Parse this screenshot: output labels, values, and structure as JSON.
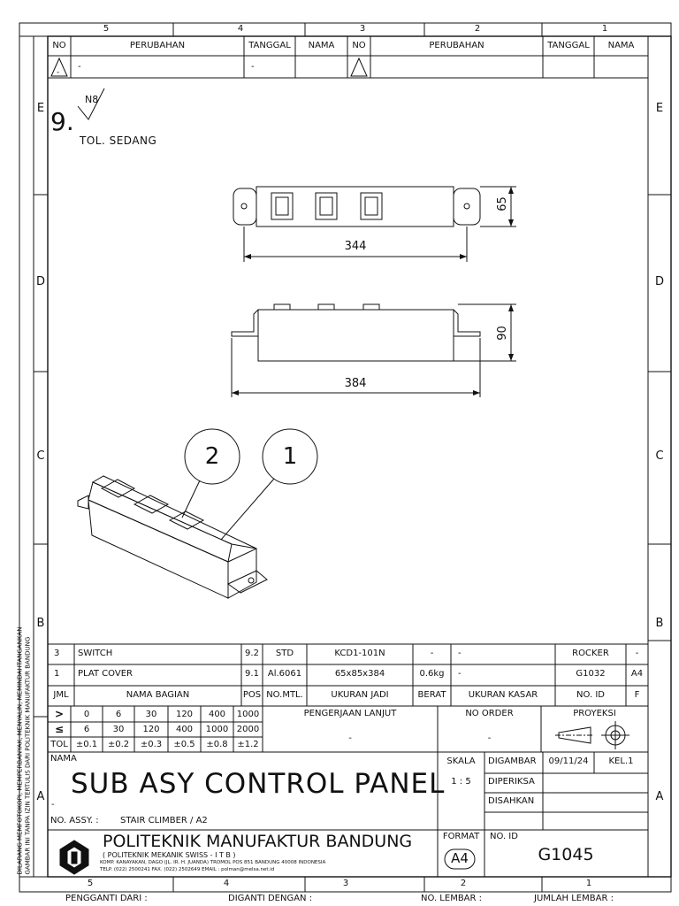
{
  "zones": {
    "columns_top": [
      "5",
      "4",
      "3",
      "2",
      "1"
    ],
    "columns_bottom": [
      "5",
      "4",
      "3",
      "2",
      "1"
    ],
    "rows_left": [
      "E",
      "D",
      "C",
      "B",
      "A"
    ],
    "rows_right": [
      "E",
      "D",
      "C",
      "B",
      "A"
    ]
  },
  "revision_table": {
    "headers": [
      "NO",
      "PERUBAHAN",
      "TANGGAL",
      "NAMA",
      "NO",
      "PERUBAHAN",
      "TANGGAL",
      "NAMA"
    ],
    "row": {
      "no1": "-",
      "perubahan1": "-",
      "tanggal1": "-"
    }
  },
  "finish": {
    "number": "9.",
    "roughness": "N8",
    "tolerance": "TOL. SEDANG"
  },
  "dimensions": {
    "top_width": "344",
    "top_height": "65",
    "side_width": "384",
    "side_height": "90"
  },
  "balloons": {
    "b1": "2",
    "b2": "1"
  },
  "parts_list": {
    "rows": [
      {
        "jml": "3",
        "nama": "SWITCH",
        "pos": "9.2",
        "mtl": "STD",
        "ukuran_jadi": "KCD1-101N",
        "berat": "-",
        "ukuran_kasar": "-",
        "no_id": "ROCKER",
        "format": "-"
      },
      {
        "jml": "1",
        "nama": "PLAT COVER",
        "pos": "9.1",
        "mtl": "Al.6061",
        "ukuran_jadi": "65x85x384",
        "berat": "0.6kg",
        "ukuran_kasar": "-",
        "no_id": "G1032",
        "format": "A4"
      }
    ],
    "headers": {
      "jml": "JML",
      "nama": "NAMA BAGIAN",
      "pos": "POS",
      "mtl": "NO.MTL.",
      "ukuran_jadi": "UKURAN JADI",
      "berat": "BERAT",
      "ukuran_kasar": "UKURAN KASAR",
      "no_id": "NO. ID",
      "format": "F"
    }
  },
  "tolerance_table": {
    "gt_symbol": ">",
    "lte_symbol": "≤",
    "tol_label": "TOL",
    "gt": [
      "0",
      "6",
      "30",
      "120",
      "400",
      "1000"
    ],
    "lte": [
      "6",
      "30",
      "120",
      "400",
      "1000",
      "2000"
    ],
    "tol": [
      "±0.1",
      "±0.2",
      "±0.3",
      "±0.5",
      "±0.8",
      "±1.2"
    ]
  },
  "process": {
    "pengerjaan_label": "PENGERJAAN LANJUT",
    "pengerjaan_value": "-",
    "order_label": "NO ORDER",
    "order_value": "-",
    "proyeksi_label": "PROYEKSI"
  },
  "title_block": {
    "nama_label": "NAMA",
    "title": "SUB ASY CONTROL PANEL",
    "dash": "-",
    "assy_label": "NO. ASSY. :",
    "assy_value": "STAIR CLIMBER / A2",
    "skala_label": "SKALA",
    "skala_value": "1 : 5",
    "digambar_label": "DIGAMBAR",
    "digambar_date": "09/11/24",
    "digambar_name": "KEL.1",
    "diperiksa_label": "DIPERIKSA",
    "disahkan_label": "DISAHKAN",
    "institution": "POLITEKNIK MANUFAKTUR BANDUNG",
    "institution_sub": "( POLITEKNIK MEKANIK SWISS - I T B )",
    "address1": "KOMP. KANAYAKAN, DAGO (JL. IR. H. JUANDA) TROMOL POS 851 BANDUNG 40008 INDONESIA",
    "address2": "TELP. (022) 2500241 FAX. (022) 2502649 EMAIL : polman@melsa.net.id",
    "format_label": "FORMAT",
    "format_value": "A4",
    "no_id_label": "NO. ID",
    "no_id_value": "G1045"
  },
  "footer": {
    "pengganti": "PENGGANTI DARI :",
    "diganti": "DIGANTI DENGAN :",
    "lembar": "NO. LEMBAR :",
    "jumlah": "JUMLAH LEMBAR :"
  },
  "side_note": {
    "line1": "DILARANG MEMFOTOKOPI, MEMPERBANYAK, MENYALIN, MEMINDAHTANGANKAN",
    "line2": "GAMBAR INI TANPA IZIN TERTULIS DARI POLITEKNIK MANUFAKTUR BANDUNG"
  }
}
